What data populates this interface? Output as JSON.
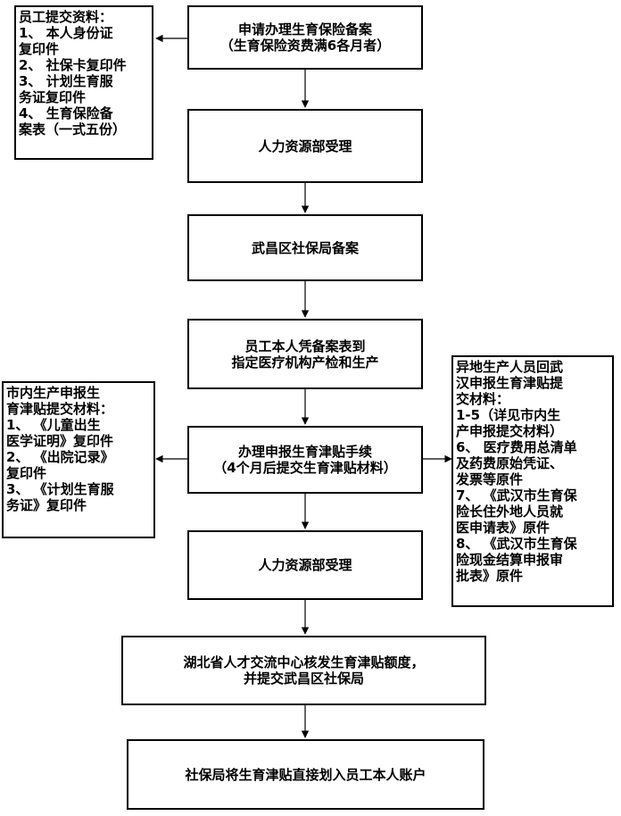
{
  "steps": [
    [
      "申请办理生育保险备案",
      "（生育保险资费满6各月者）"
    ],
    [
      "人力资源部受理"
    ],
    [
      "武昌区社保局备案"
    ],
    [
      "员工本人凭备案表到",
      "指定医疗机构产检和生产"
    ],
    [
      "办理申报生育津贴手续",
      "（4个月后提交生育津贴材料）"
    ],
    [
      "人力资源部受理"
    ],
    [
      "湖北省人才交流中心核发生育津贴额度，",
      "并提交武昌区社保局"
    ],
    [
      "社保局将生育津贴直接划入员工本人账户"
    ]
  ],
  "notes": {
    "employee_materials": [
      "员工提交资料：",
      "1、 本人身份证",
      "复印件",
      "2、 社保卡复印件",
      "3、 计划生育服",
      "务证复印件",
      "4、 生育保险备",
      "案表（一式五份）"
    ],
    "local_birth": [
      "市内生产申报生",
      "育津贴提交材料：",
      "1、 《儿童出生",
      "医学证明》复印件",
      "2、 《出院记录》",
      "复印件",
      "3、 《计划生育服",
      "务证》复印件"
    ],
    "remote_birth": [
      "异地生产人员回武",
      "汉申报生育津贴提",
      "交材料：",
      "1-5（详见市内生",
      "产申报提交材料）",
      "6、 医疗费用总清单",
      "及药费原始凭证、",
      "发票等原件",
      "7、 《武汉市生育保",
      "险长住外地人员就",
      "医申请表》原件",
      "8、 《武汉市生育保",
      "险现金结算申报审",
      "批表》原件"
    ]
  }
}
